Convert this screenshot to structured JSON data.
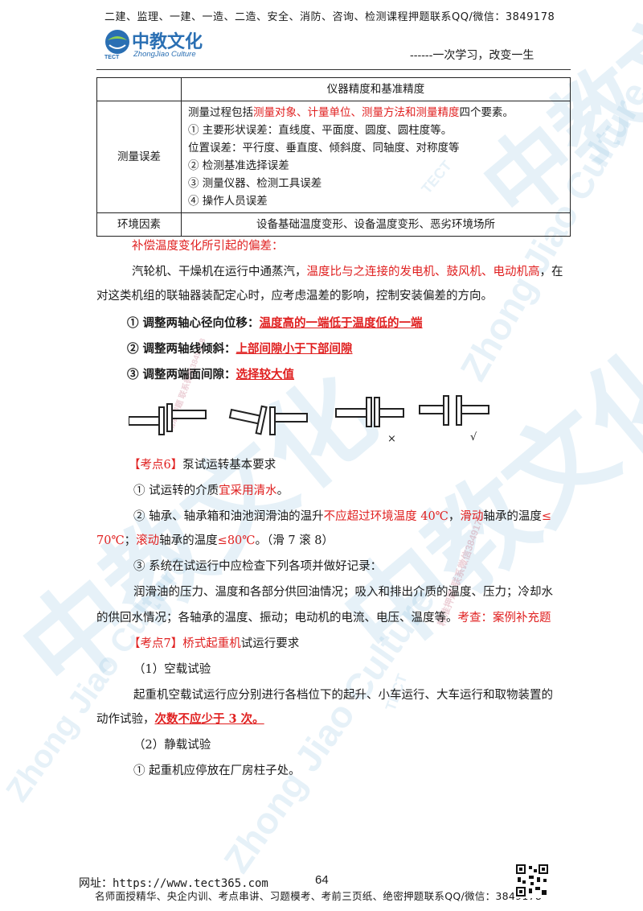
{
  "header": {
    "top_line": "二建、监理、一建、一造、二造、安全、消防、咨询、检测课程押题联系QQ/微信：3849178",
    "logo_text": "中教文化",
    "logo_sub": "ZhongJiao Culture",
    "logo_tect": "TECT",
    "slogan": "------一次学习，改变一生"
  },
  "watermark": {
    "brand": "中教文化",
    "brand_en": "Zhong Jiao Culture",
    "tect": "TECT",
    "contact": "精准押题 联系微信3849178"
  },
  "table": {
    "top_row": "仪器精度和基准精度",
    "row1_label": "测量误差",
    "row1_intro": "测量过程包括",
    "row1_red": "测量对象、计量单位、测量方法和测量精度",
    "row1_tail": "四个要素。",
    "row1_items": [
      "① 主要形状误差：直线度、平面度、圆度、圆柱度等。",
      "位置误差：平行度、垂直度、倾斜度、同轴度、对称度等",
      "② 检测基准选择误差",
      "③ 测量仪器、检测工具误差",
      "④ 操作人员误差"
    ],
    "row2_label": "环境因素",
    "row2_text": "设备基础温度变形、设备温度变形、恶劣环境场所"
  },
  "body": {
    "s1_title": "补偿温度变化所引起的偏差：",
    "s1_p1_a": "汽轮机、干燥机在运行中通蒸汽，",
    "s1_p1_red": "温度比与之连接的发电机、鼓风机、电动机高",
    "s1_p1_b": "，在",
    "s1_p2": "对这类机组的联轴器装配定心时，应考虑温差的影响，控制安装偏差的方向。",
    "b1_black": "① 调整两轴心径向位移：",
    "b1_red": "温度高的一端低于温度低的一端",
    "b2_black": "② 调整两轴线倾斜：",
    "b2_red": "上部间隙小于下部间隙",
    "b3_black": "③ 调整两端面间隙：",
    "b3_red": "选择较大值",
    "fig_wrong": "×",
    "fig_right": "√",
    "k6_tag": "【考点6】",
    "k6_title": "泵试运转基本要求",
    "k6_1_a": "① 试运转的介质",
    "k6_1_red": "宜采用清水",
    "k6_1_b": "。",
    "k6_2_a": "② 轴承、轴承箱和油池润滑油的温升",
    "k6_2_red1": "不应超过环境温度 40℃",
    "k6_2_b": "，",
    "k6_2_red2": "滑动",
    "k6_2_c": "轴承的温度",
    "k6_2_red3": "≤",
    "k6_2l2_red1": "70℃",
    "k6_2l2_a": "；",
    "k6_2l2_red2": "滚动",
    "k6_2l2_b": "轴承的温度",
    "k6_2l2_red3": "≤80℃",
    "k6_2l2_c": "。（滑 7 滚 8）",
    "k6_3": "③ 系统在试运行中应检查下列各项并做好记录：",
    "k6_3_p1": "润滑油的压力、温度和各部分供回油情况；吸入和排出介质的温度、压力；冷却水",
    "k6_3_p2_a": "的供回水情况；各轴承的温度、振动；电动机的电流、电压、温度等。",
    "k6_3_p2_red": "考查：案例补充题",
    "k7_tag": "【考点7】",
    "k7_red": "桥式起重机",
    "k7_title": "试运行要求",
    "k7_s1": "（1）空载试验",
    "k7_p1": "起重机空载试运行应分别进行各档位下的起升、小车运行、大车运行和取物装置的",
    "k7_p2_a": "动作试验，",
    "k7_p2_red": "次数不应少于 3 次。",
    "k7_s2": "（2）静载试验",
    "k7_s2_1": "① 起重机应停放在厂房柱子处。"
  },
  "footer": {
    "web": "网址：https://www.tect365.com",
    "page": "64",
    "line": "名师面授精华、央企内训、考点串讲、习题模考、考前三页纸、绝密押题联系QQ/微信：3849178"
  },
  "colors": {
    "accent_red": "#e02020",
    "brand_blue": "#2a6fb3"
  }
}
